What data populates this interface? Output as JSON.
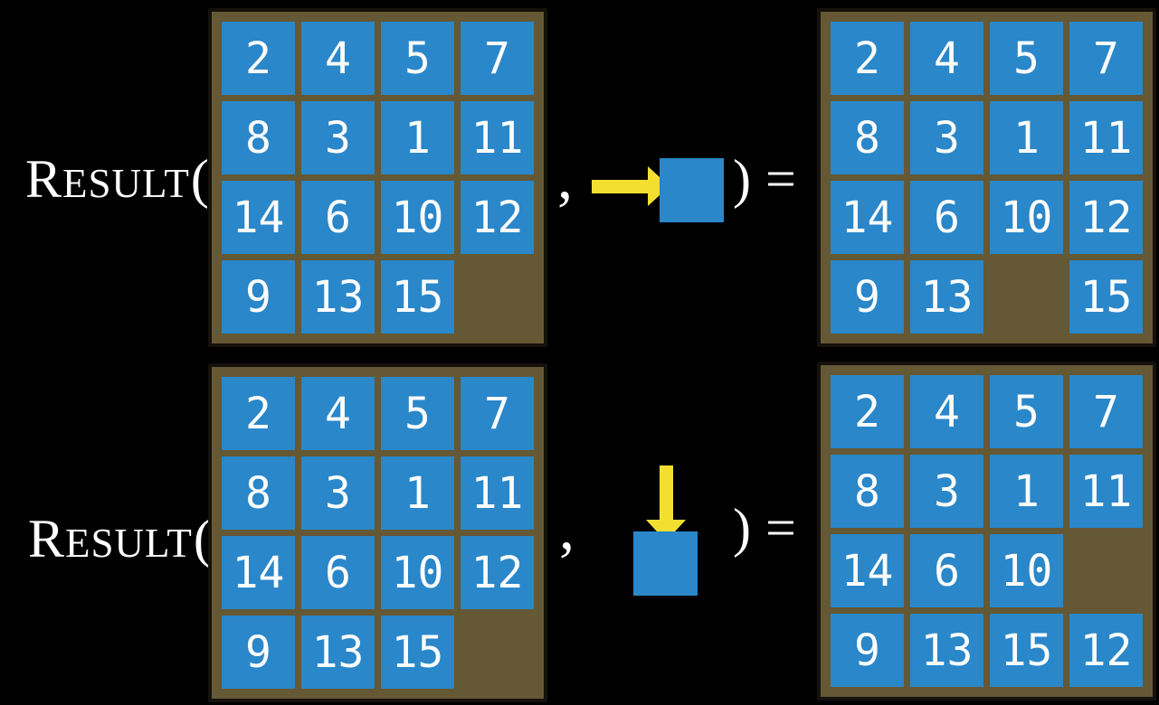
{
  "colors": {
    "background": "#000000",
    "board": "#655834",
    "board_border": "#15110b",
    "tile": "#2a87c9",
    "tile_text": "#fcfcfc",
    "arrow": "#f3df30",
    "text": "#ffffff"
  },
  "rows": [
    {
      "label": {
        "cap": "R",
        "rest": "ESULT",
        "open_paren": "("
      },
      "comma": ",",
      "action": {
        "icon": "arrow-right-icon",
        "direction": "right"
      },
      "close_paren": ")",
      "equals": "=",
      "input_board": [
        [
          2,
          4,
          5,
          7
        ],
        [
          8,
          3,
          1,
          11
        ],
        [
          14,
          6,
          10,
          12
        ],
        [
          9,
          13,
          15,
          null
        ]
      ],
      "result_board": [
        [
          2,
          4,
          5,
          7
        ],
        [
          8,
          3,
          1,
          11
        ],
        [
          14,
          6,
          10,
          12
        ],
        [
          9,
          13,
          null,
          15
        ]
      ]
    },
    {
      "label": {
        "cap": "R",
        "rest": "ESULT",
        "open_paren": "("
      },
      "comma": ",",
      "action": {
        "icon": "arrow-down-icon",
        "direction": "down"
      },
      "close_paren": ")",
      "equals": "=",
      "input_board": [
        [
          2,
          4,
          5,
          7
        ],
        [
          8,
          3,
          1,
          11
        ],
        [
          14,
          6,
          10,
          12
        ],
        [
          9,
          13,
          15,
          null
        ]
      ],
      "result_board": [
        [
          2,
          4,
          5,
          7
        ],
        [
          8,
          3,
          1,
          11
        ],
        [
          14,
          6,
          10,
          null
        ],
        [
          9,
          13,
          15,
          12
        ]
      ]
    }
  ]
}
